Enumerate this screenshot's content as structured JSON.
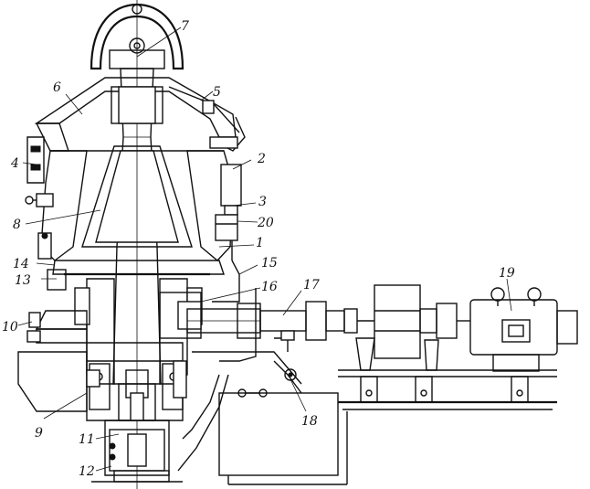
{
  "diagram": {
    "labels": [
      "1",
      "2",
      "3",
      "4",
      "5",
      "6",
      "7",
      "8",
      "9",
      "10",
      "11",
      "12",
      "13",
      "14",
      "15",
      "16",
      "17",
      "18",
      "19",
      "20"
    ],
    "line_color": "#111111",
    "background": "#ffffff"
  }
}
